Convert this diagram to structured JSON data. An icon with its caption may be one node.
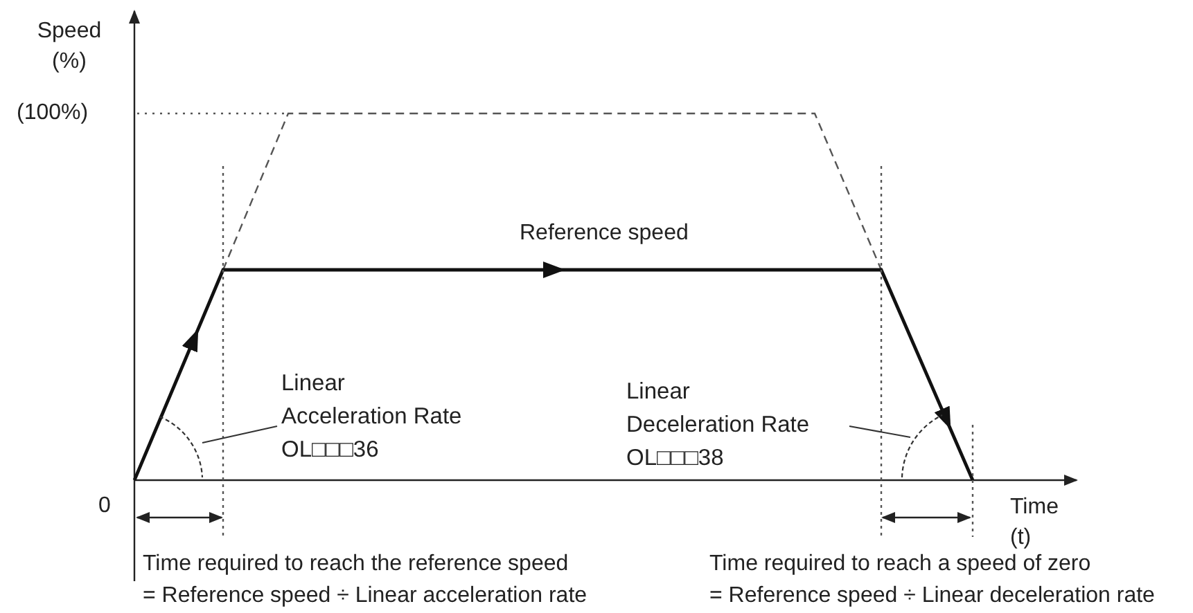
{
  "diagram": {
    "nodes": [
      {
        "text": [
          "Linear Acceleration Rate OL□□□36"
        ]
      },
      {
        "text": [],
        "shape": "arc"
      },
      {
        "text": [
          "Linear Deceleration Rate OL□□□38"
        ]
      },
      {
        "text": [],
        "shape": "arc"
      }
    ],
    "edges": [
      {
        "from": 0,
        "to": 1,
        "arrow": "none"
      },
      {
        "from": 2,
        "to": 3,
        "arrow": "none"
      }
    ],
    "labels": [
      "Speed (%)",
      "(100%)",
      "Reference speed",
      "0",
      "Time (t)",
      "Time required to reach the reference speed",
      "= Reference speed ÷ Linear acceleration rate",
      "Time required to reach a speed of zero",
      "= Reference speed ÷ Linear deceleration rate"
    ]
  }
}
